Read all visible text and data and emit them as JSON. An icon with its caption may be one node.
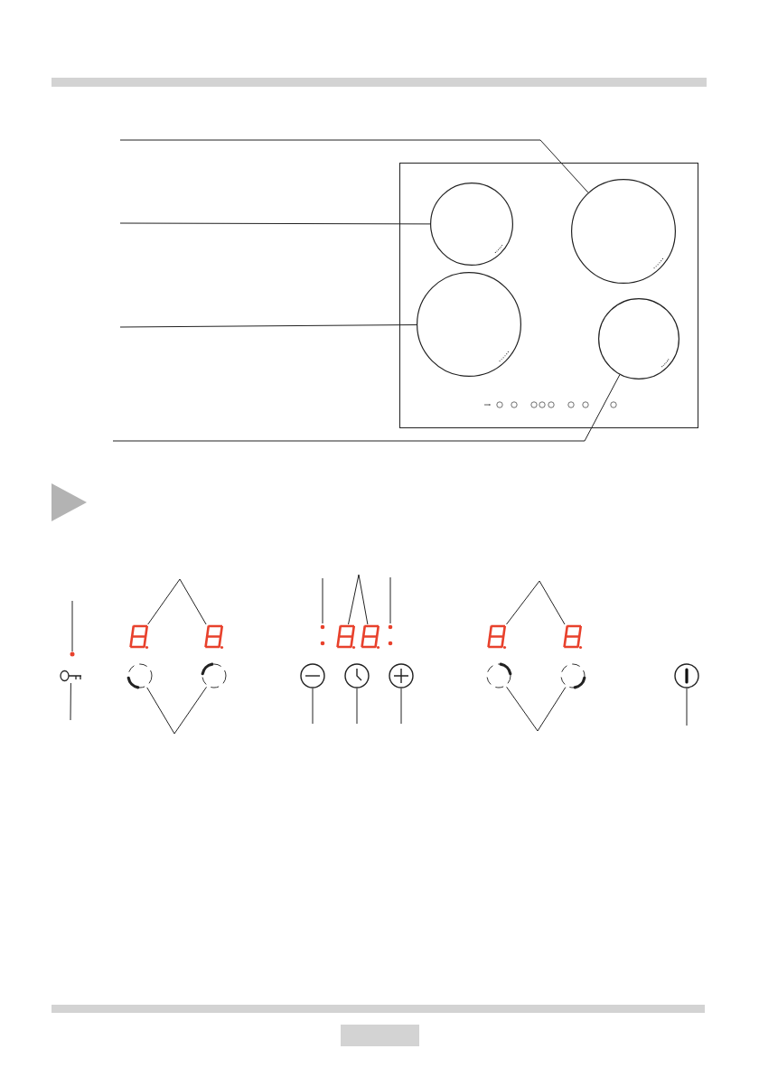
{
  "diagram": {
    "nodes": [
      {
        "text": [],
        "shape": "box"
      },
      {
        "text": [],
        "shape": "circle",
        "in": 0
      },
      {
        "text": [],
        "shape": "circle",
        "in": 0
      },
      {
        "text": [],
        "shape": "circle",
        "in": 0
      },
      {
        "text": [],
        "shape": "circle",
        "in": 0
      },
      {
        "text": [],
        "shape": "dot"
      },
      {
        "text": [],
        "shape": "key"
      },
      {
        "text": [],
        "shape": "digit"
      },
      {
        "text": [],
        "shape": "digit"
      },
      {
        "text": [],
        "shape": "circle"
      },
      {
        "text": [],
        "shape": "circle"
      },
      {
        "text": [],
        "shape": "dot"
      },
      {
        "text": [],
        "shape": "digit"
      },
      {
        "text": [],
        "shape": "digit"
      },
      {
        "text": [],
        "shape": "dot"
      },
      {
        "text": [],
        "shape": "circle"
      },
      {
        "text": [],
        "shape": "circle"
      },
      {
        "text": [],
        "shape": "circle"
      },
      {
        "text": [],
        "shape": "digit"
      },
      {
        "text": [],
        "shape": "digit"
      },
      {
        "text": [],
        "shape": "circle"
      },
      {
        "text": [],
        "shape": "circle"
      },
      {
        "text": [],
        "shape": "circle"
      }
    ],
    "edges": [
      {
        "from": null,
        "to": 2,
        "arrow": "none"
      },
      {
        "from": null,
        "to": 1,
        "arrow": "none"
      },
      {
        "from": null,
        "to": 3,
        "arrow": "none"
      },
      {
        "from": null,
        "to": 4,
        "arrow": "none"
      },
      {
        "from": null,
        "to": 5,
        "arrow": "none"
      },
      {
        "from": null,
        "to": 6,
        "arrow": "none"
      },
      {
        "from": null,
        "to": 7,
        "arrow": "none"
      },
      {
        "from": null,
        "to": 8,
        "arrow": "none"
      },
      {
        "from": null,
        "to": 9,
        "arrow": "none"
      },
      {
        "from": null,
        "to": 10,
        "arrow": "none"
      },
      {
        "from": null,
        "to": 11,
        "arrow": "none"
      },
      {
        "from": null,
        "to": 12,
        "arrow": "none"
      },
      {
        "from": null,
        "to": 13,
        "arrow": "none"
      },
      {
        "from": null,
        "to": 14,
        "arrow": "none"
      },
      {
        "from": null,
        "to": 15,
        "arrow": "none"
      },
      {
        "from": null,
        "to": 16,
        "arrow": "none"
      },
      {
        "from": null,
        "to": 17,
        "arrow": "none"
      },
      {
        "from": null,
        "to": 18,
        "arrow": "none"
      },
      {
        "from": null,
        "to": 19,
        "arrow": "none"
      },
      {
        "from": null,
        "to": 20,
        "arrow": "none"
      },
      {
        "from": null,
        "to": 21,
        "arrow": "none"
      },
      {
        "from": null,
        "to": 22,
        "arrow": "none"
      }
    ]
  }
}
